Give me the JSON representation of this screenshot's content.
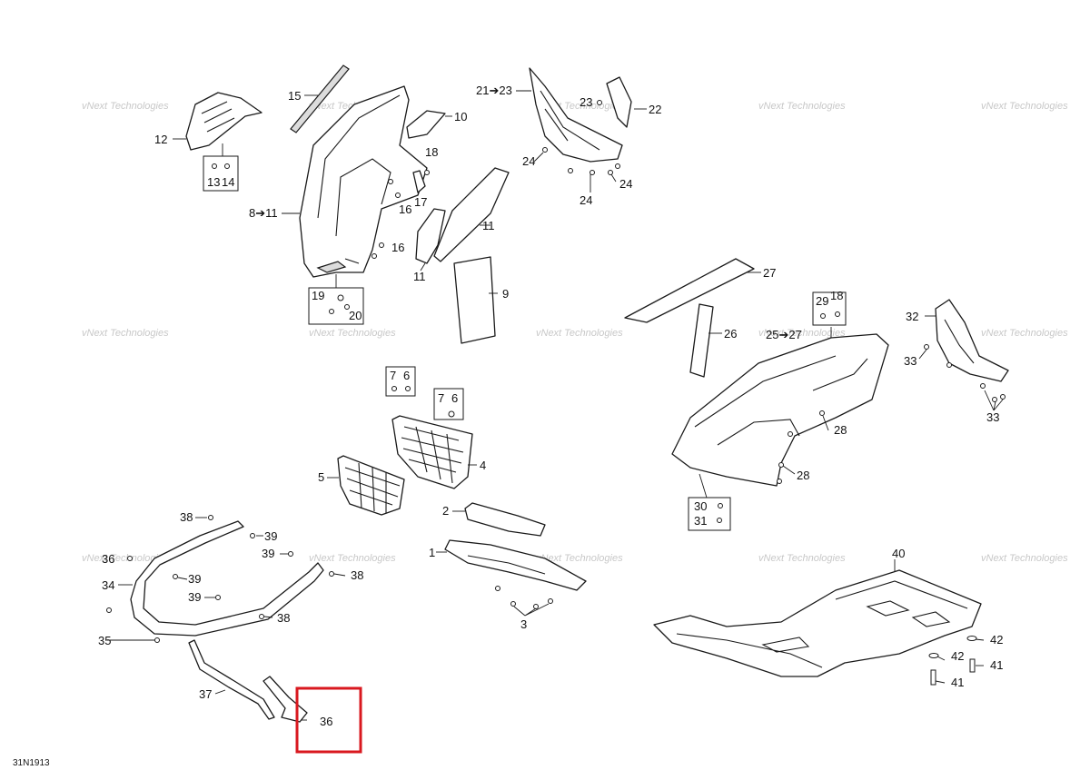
{
  "diagram_code": "31N1913",
  "watermark": "vNext Technologies",
  "highlight_color": "#d9181f",
  "highlighted_callout": "36",
  "callouts": {
    "c1": "1",
    "c2": "2",
    "c3": "3",
    "c4": "4",
    "c5": "5",
    "c7a": "7",
    "c6a": "6",
    "c7b": "7",
    "c6b": "6",
    "c8_11": "8➔11",
    "c9": "9",
    "c10": "10",
    "c11a": "11",
    "c11b": "11",
    "c12": "12",
    "c13": "13",
    "c14": "14",
    "c15": "15",
    "c16a": "16",
    "c16b": "16",
    "c17": "17",
    "c18a": "18",
    "c19": "19",
    "c20": "20",
    "c21_23": "21➔23",
    "c22": "22",
    "c23": "23",
    "c24a": "24",
    "c24b": "24",
    "c24c": "24",
    "c25_27": "25➔27",
    "c26": "26",
    "c27": "27",
    "c28a": "28",
    "c28b": "28",
    "c29": "29",
    "c18b": "18",
    "c30": "30",
    "c31": "31",
    "c32": "32",
    "c33a": "33",
    "c33b": "33",
    "c34": "34",
    "c35": "35",
    "c36a": "36",
    "c36b": "36",
    "c37": "37",
    "c38a": "38",
    "c38b": "38",
    "c38c": "38",
    "c39a": "39",
    "c39b": "39",
    "c39c": "39",
    "c39d": "39",
    "c40": "40",
    "c41a": "41",
    "c41b": "41",
    "c42a": "42",
    "c42b": "42"
  }
}
